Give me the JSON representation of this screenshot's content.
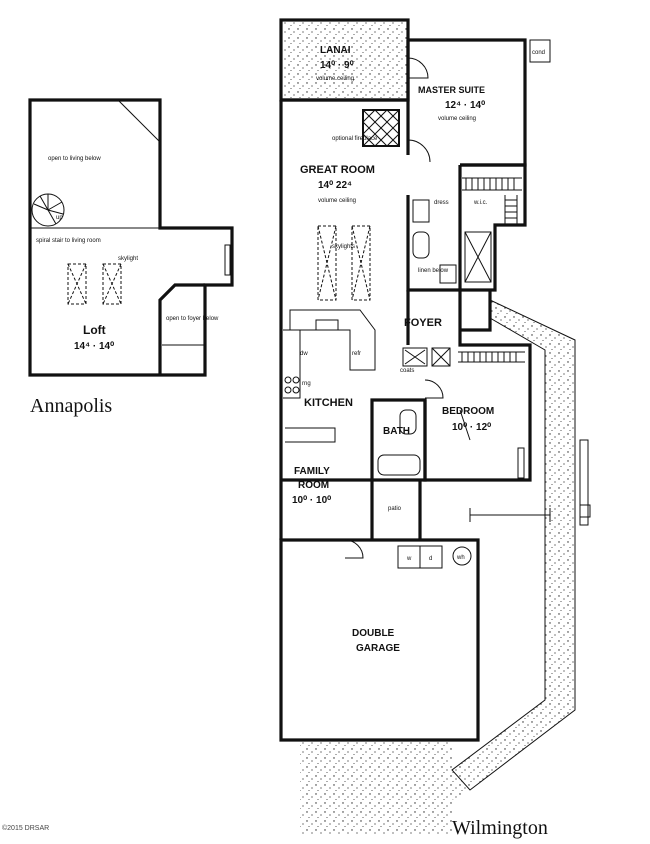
{
  "loft_plan": {
    "title": "Annapolis",
    "open_living": "open to living below",
    "spiral_stair": "spiral stair to living room",
    "up": "up",
    "skylight": "skylight",
    "loft_name": "Loft",
    "loft_dim": "14⁴ · 14⁰",
    "open_foyer": "open to foyer below"
  },
  "main_plan": {
    "title": "Wilmington",
    "lanai": {
      "name": "LANAI",
      "dim": "14⁰ · 9⁰",
      "note": "volume ceiling"
    },
    "master": {
      "name": "MASTER SUITE",
      "dim": "12⁴ · 14⁰",
      "note": "volume ceiling"
    },
    "great": {
      "name": "GREAT ROOM",
      "dim": "14⁰    22⁴",
      "note": "volume ceiling"
    },
    "fireplace": "optional fireplace",
    "skylights": "skylights",
    "dress": "dress",
    "wic": "w.i.c.",
    "linen": "linen below",
    "foyer": "FOYER",
    "coats": "coats",
    "kitchen": "KITCHEN",
    "dw": "dw",
    "refr": "refr",
    "rng": "rng",
    "bath": "BATH",
    "bedroom": {
      "name": "BEDROOM",
      "dim": "10⁰ · 12⁰"
    },
    "family": {
      "name": "FAMILY ROOM",
      "line1": "FAMILY",
      "line2": "ROOM",
      "dim": "10⁰ · 10⁰"
    },
    "patio": "patio",
    "washer": "w",
    "dryer": "d",
    "wh": "wh",
    "cond": "cond",
    "garage": {
      "line1": "DOUBLE",
      "line2": "GARAGE"
    }
  },
  "footer": {
    "copyright": "©2015 DRSAR"
  }
}
